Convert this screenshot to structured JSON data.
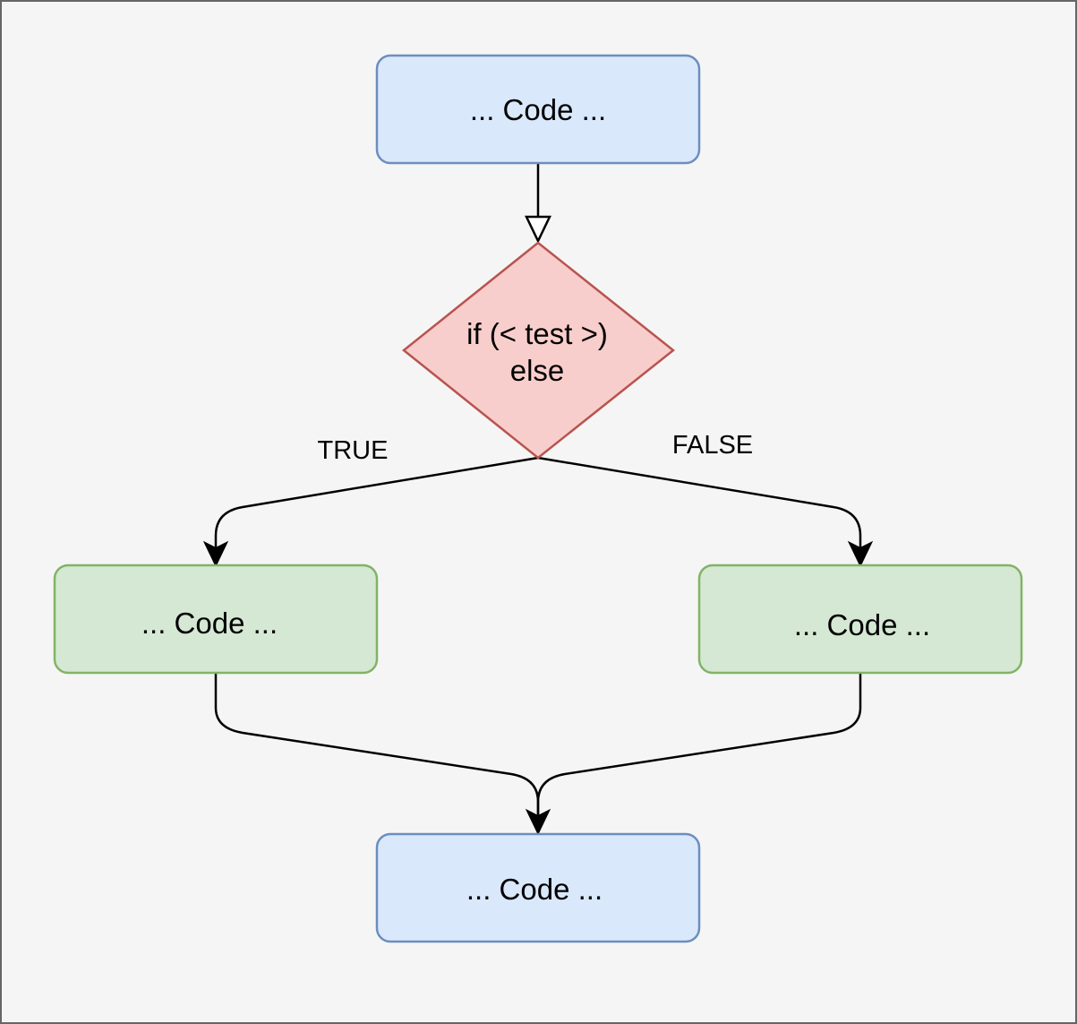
{
  "diagram": {
    "nodes": {
      "start": {
        "label": "... Code ..."
      },
      "decision": {
        "line1": "if (< test >)",
        "line2": "else"
      },
      "true_branch": {
        "label": "... Code ..."
      },
      "false_branch": {
        "label": "... Code ..."
      },
      "end": {
        "label": "... Code ..."
      }
    },
    "edges": {
      "true_label": "TRUE",
      "false_label": "FALSE"
    }
  },
  "colors": {
    "blue_fill": "#dae8fc",
    "blue_stroke": "#6c8ebf",
    "red_fill": "#f8cecc",
    "red_stroke": "#b85450",
    "green_fill": "#d5e8d4",
    "green_stroke": "#82b366",
    "background": "#f5f5f5",
    "border": "#666666"
  }
}
